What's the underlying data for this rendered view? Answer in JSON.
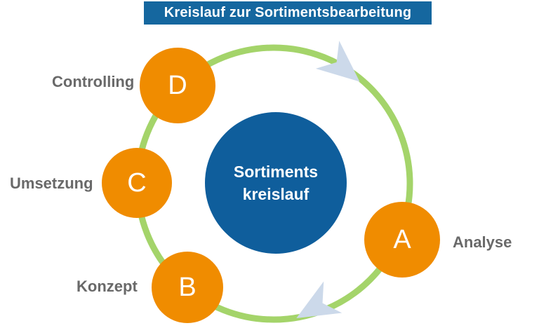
{
  "title": {
    "text": "Kreislauf zur Sortimentsbearbeitung"
  },
  "center_circle": {
    "line1": "Sortiments",
    "line2": "kreislauf"
  },
  "nodes": [
    {
      "letter": "A",
      "label": "Analyse"
    },
    {
      "letter": "B",
      "label": "Konzept"
    },
    {
      "letter": "C",
      "label": "Umsetzung"
    },
    {
      "letter": "D",
      "label": "Controlling"
    }
  ],
  "icons": {
    "top_arrow": "clockwise-direction-arrow",
    "bottom_arrow": "clockwise-direction-arrow"
  },
  "colors": {
    "background": "#ffffff",
    "title_bg": "#15679f",
    "center_blue": "#0f5e9c",
    "node_orange": "#f08c00",
    "ring_green": "#a4d46a",
    "arrow_blue": "#ccd9ea",
    "label_gray": "#696969",
    "text_white": "#ffffff"
  }
}
